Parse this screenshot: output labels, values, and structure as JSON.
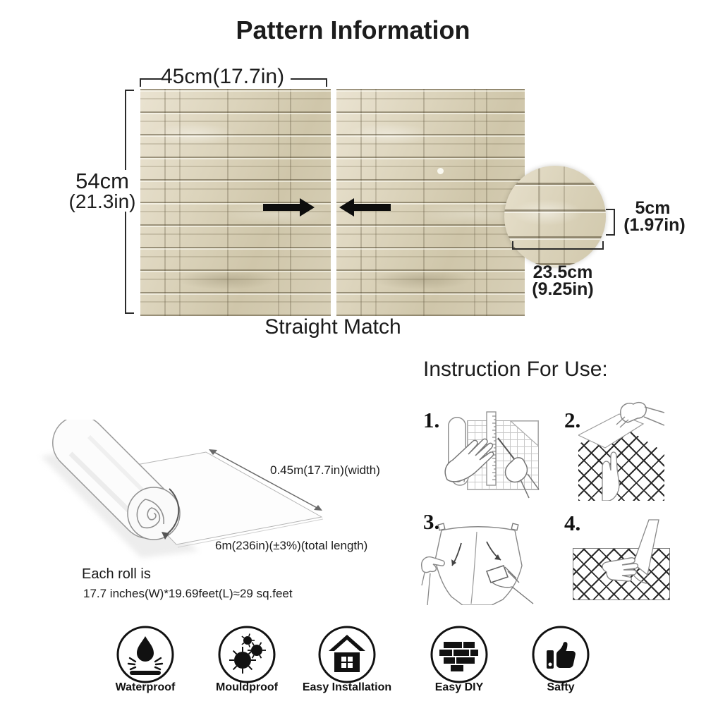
{
  "title": "Pattern Information",
  "pattern": {
    "width_label": "45cm(17.7in)",
    "height_label_line1": "54cm",
    "height_label_line2": "(21.3in)",
    "match_label": "Straight Match",
    "detail": {
      "brick_height_line1": "5cm",
      "brick_height_line2": "(1.97in)",
      "brick_width_line1": "23.5cm",
      "brick_width_line2": "(9.25in)"
    }
  },
  "instructions": {
    "title": "Instruction For Use:",
    "steps": [
      {
        "number": "1.",
        "icon": "measure-cut-illustration"
      },
      {
        "number": "2.",
        "icon": "peel-backing-illustration"
      },
      {
        "number": "3.",
        "icon": "apply-smooth-illustration"
      },
      {
        "number": "4.",
        "icon": "press-flat-illustration"
      }
    ]
  },
  "roll": {
    "width_label": "0.45m(17.7in)(width)",
    "length_label": "6m(236in)(±3%)(total length)",
    "each_roll_label": "Each roll is",
    "spec_label": "17.7 inches(W)*19.69feet(L)≈29 sq.feet"
  },
  "features": [
    {
      "label": "Waterproof",
      "icon": "waterproof-icon"
    },
    {
      "label": "Mouldproof",
      "icon": "mouldproof-icon"
    },
    {
      "label": "Easy Installation",
      "icon": "easy-installation-icon"
    },
    {
      "label": "Easy DIY",
      "icon": "easy-diy-icon"
    },
    {
      "label": "Safty",
      "icon": "thumbs-up-icon"
    }
  ],
  "colors": {
    "text": "#1c1c1c",
    "arrow": "#0d0d0d",
    "brick_light": "#eae3d1",
    "brick_mid": "#d7cfb6",
    "brick_dark": "#6b6148"
  }
}
